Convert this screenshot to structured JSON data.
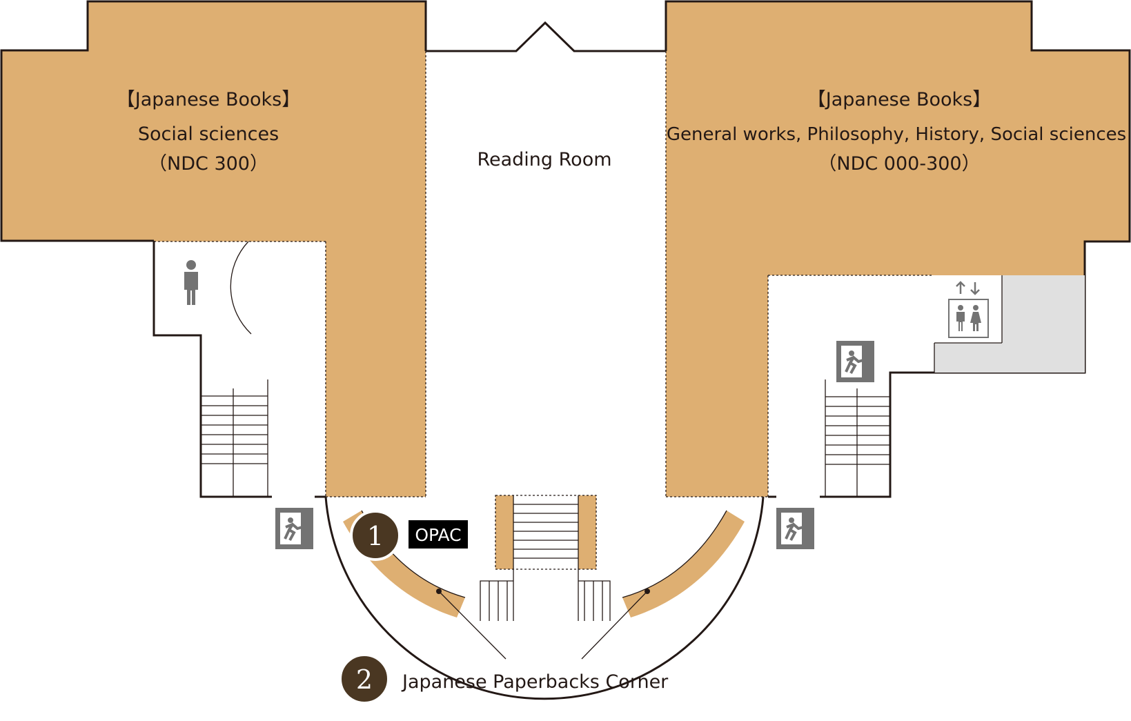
{
  "map": {
    "left_section": {
      "category": "【Japanese Books】",
      "subject": "Social sciences",
      "classification": "（NDC 300）"
    },
    "right_section": {
      "category": "【Japanese Books】",
      "subject": "General works, Philosophy, History, Social sciences",
      "classification": "（NDC 000-300）"
    },
    "center": {
      "label": "Reading Room"
    },
    "markers": [
      {
        "number": "1",
        "label": "OPAC"
      },
      {
        "number": "2",
        "label": "Japanese Paperbacks Corner"
      }
    ],
    "icons": [
      "restroom-man-icon",
      "emergency-exit-icon",
      "elevator-icon",
      "restroom-icon"
    ]
  },
  "colors": {
    "shelf": "#deaf72",
    "wall": "#231815",
    "badge": "#4a3722",
    "icon": "#737373",
    "stair_area": "#e0e0e0"
  }
}
